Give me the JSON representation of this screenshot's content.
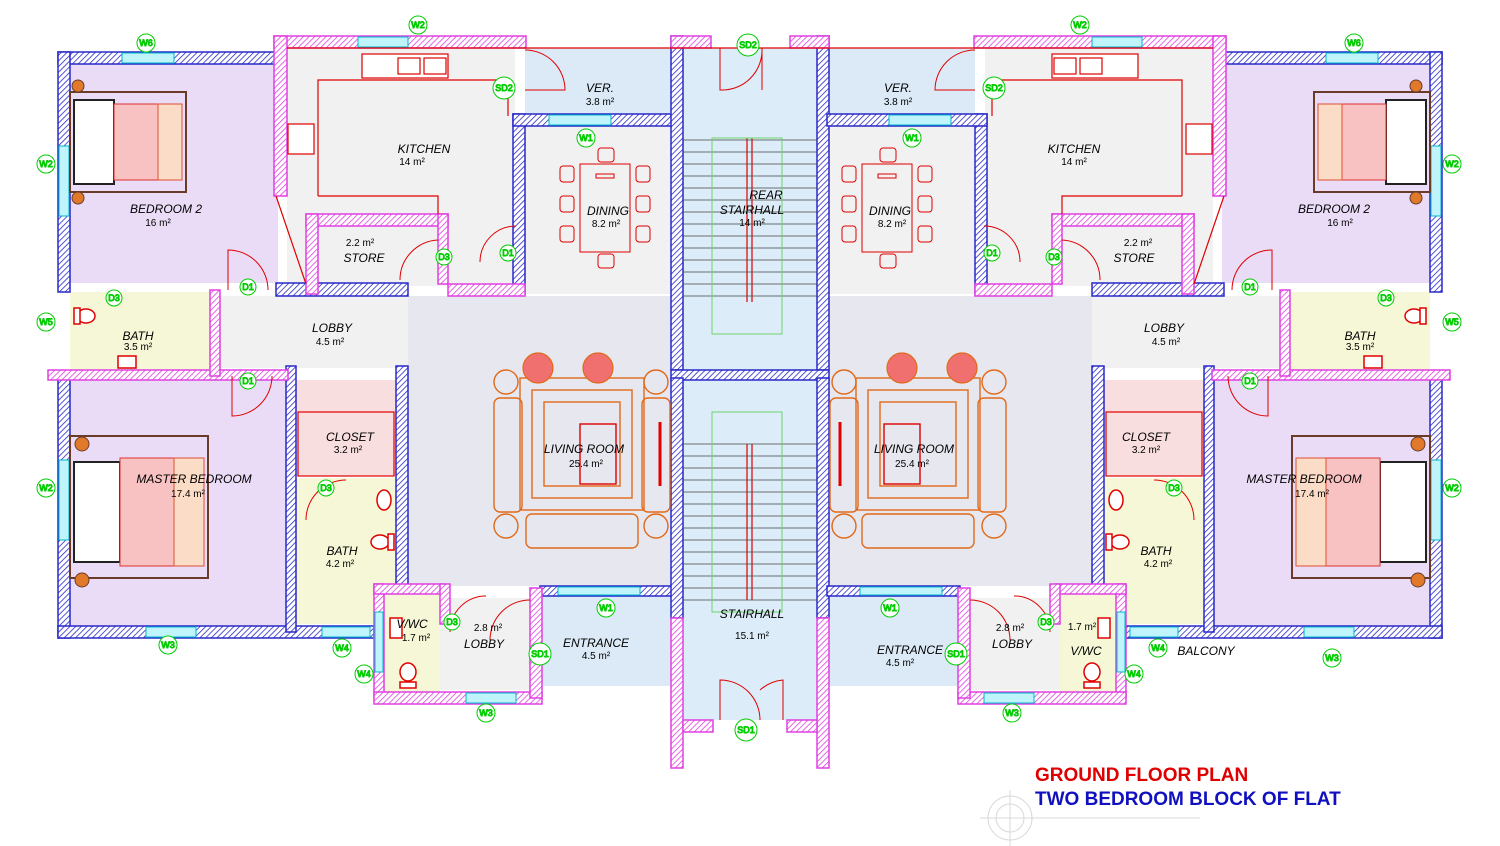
{
  "colors": {
    "wall_blue": "#2828c8",
    "wall_magenta": "#e040e0",
    "tag_green": "#00cc00",
    "red_line": "#e00000",
    "bedroom_fill": "#eadcf6",
    "kitchen_fill": "#f1f1f1",
    "wet_fill": "#f5f7d6",
    "closet_fill": "#f8dede",
    "living_fill": "#e7e7ef",
    "entrance_fill": "#dbeaf6",
    "stair_fill": "#dcecf8"
  },
  "rooms": {
    "bedroom2_l": {
      "name": "BEDROOM 2",
      "area": "16 m²"
    },
    "bedroom2_r": {
      "name": "BEDROOM 2",
      "area": "16 m²"
    },
    "kitchen_l": {
      "name": "KITCHEN",
      "area": "14 m²"
    },
    "kitchen_r": {
      "name": "KITCHEN",
      "area": "14 m²"
    },
    "ver_l": {
      "name": "VER.",
      "area": "3.8 m²"
    },
    "ver_r": {
      "name": "VER.",
      "area": "3.8 m²"
    },
    "dining_l": {
      "name": "DINING",
      "area": "8.2 m²"
    },
    "dining_r": {
      "name": "DINING",
      "area": "8.2 m²"
    },
    "store_l": {
      "name": "STORE",
      "area": "2.2 m²"
    },
    "store_r": {
      "name": "STORE",
      "area": "2.2 m²"
    },
    "rear_stair": {
      "name1": "REAR",
      "name2": "STAIRHALL",
      "area": "14 m²"
    },
    "bath_top_l": {
      "name": "BATH",
      "area": "3.5 m²"
    },
    "bath_top_r": {
      "name": "BATH",
      "area": "3.5 m²"
    },
    "lobby_l": {
      "name": "LOBBY",
      "area": "4.5 m²"
    },
    "lobby_r": {
      "name": "LOBBY",
      "area": "4.5 m²"
    },
    "living_l": {
      "name": "LIVING ROOM",
      "area": "25.4 m²"
    },
    "living_r": {
      "name": "LIVING ROOM",
      "area": "25.4 m²"
    },
    "closet_l": {
      "name": "CLOSET",
      "area": "3.2 m²"
    },
    "closet_r": {
      "name": "CLOSET",
      "area": "3.2 m²"
    },
    "master_l": {
      "name": "MASTER BEDROOM",
      "area": "17.4 m²"
    },
    "master_r": {
      "name": "MASTER BEDROOM",
      "area": "17.4 m²"
    },
    "bath_ens_l": {
      "name": "BATH",
      "area": "4.2 m²"
    },
    "bath_ens_r": {
      "name": "BATH",
      "area": "4.2 m²"
    },
    "vwc_l": {
      "name": "V/WC",
      "area": "1.7 m²"
    },
    "vwc_r": {
      "name": "V/WC",
      "area": "1.7 m²"
    },
    "lobby2_l": {
      "name": "LOBBY",
      "area": "2.8 m²"
    },
    "lobby2_r": {
      "name": "LOBBY",
      "area": "2.8 m²"
    },
    "entrance_l": {
      "name": "ENTRANCE",
      "area": "4.5 m²"
    },
    "entrance_r": {
      "name": "ENTRANCE",
      "area": "4.5 m²"
    },
    "stairhall": {
      "name": "STAIRHALL",
      "area": "15.1 m²"
    },
    "balcony": {
      "name": "BALCONY"
    }
  },
  "tags": {
    "w1": "W1",
    "w2": "W2",
    "w3": "W3",
    "w4": "W4",
    "w5": "W5",
    "w6": "W6",
    "d1": "D1",
    "d3": "D3",
    "sd1": "SD1",
    "sd2": "SD2"
  },
  "titles": {
    "line1": "GROUND FLOOR PLAN",
    "line2": "TWO BEDROOM BLOCK OF FLAT"
  }
}
